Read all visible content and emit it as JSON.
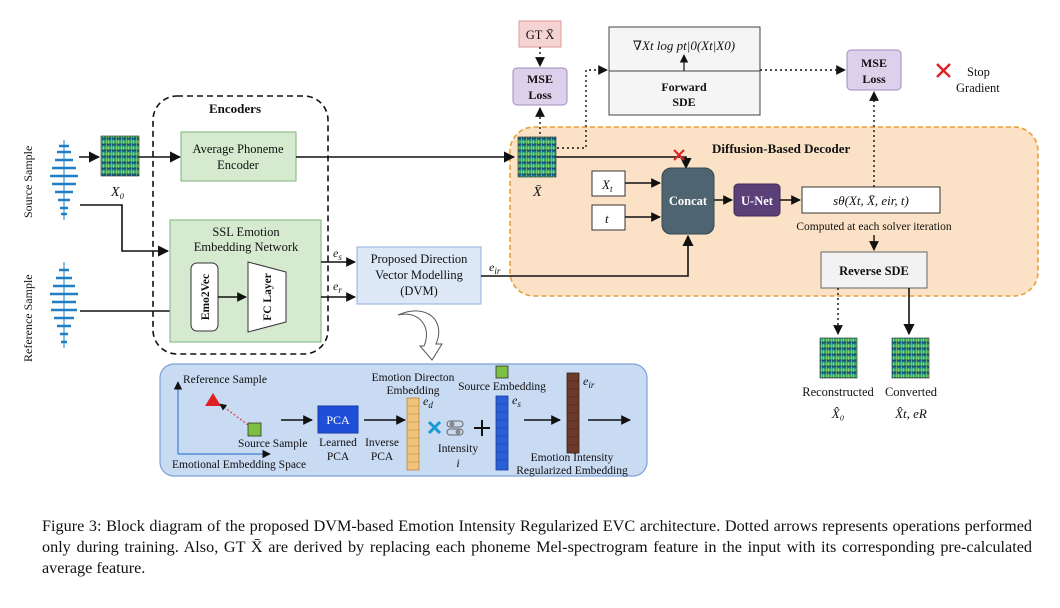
{
  "source_sample_label": "Source Sample",
  "reference_sample_label": "Reference Sample",
  "x0_label": "X₀",
  "encoders": {
    "title": "Encoders",
    "avg_phoneme_line1": "Average Phoneme",
    "avg_phoneme_line2": "Encoder",
    "ssl_line1": "SSL Emotion",
    "ssl_line2": "Embedding Network",
    "emo2vec": "Emo2Vec",
    "fc_layer": "FC Layer"
  },
  "es_label": "e_s",
  "er_label": "e_r",
  "eir_label": "e_ir",
  "dvm": {
    "line1": "Proposed Direction",
    "line2": "Vector Modelling",
    "line3": "(DVM)"
  },
  "gt_xbar": "GT X̄",
  "mse_loss_1": {
    "line1": "MSE",
    "line2": "Loss"
  },
  "mse_loss_2": {
    "line1": "MSE",
    "line2": "Loss"
  },
  "gradient_formula": "∇Xt log pt|0(Xt|X0)",
  "forward_sde": {
    "line1": "Forward",
    "line2": "SDE"
  },
  "stop_gradient": {
    "line1": "Stop",
    "line2": "Gradient"
  },
  "decoder": {
    "title": "Diffusion-Based Decoder",
    "xbar_label": "X̄",
    "xt_label": "Xt",
    "t_label": "t",
    "concat": "Concat",
    "unet": "U-Net",
    "score_formula": "sθ(Xt, X̄, eir, t)",
    "computed_note": "Computed at each solver iteration",
    "reverse_sde": "Reverse SDE"
  },
  "outputs": {
    "reconstructed": "Reconstructed",
    "reconstructed_sym": "X̂₀",
    "converted": "Converted",
    "converted_sym": "X̂t, eR"
  },
  "detail": {
    "reference_sample": "Reference Sample",
    "source_sample": "Source Sample",
    "space_label": "Emotional Embedding Space",
    "pca": "PCA",
    "learned_pca_1": "Learned",
    "learned_pca_2": "PCA",
    "inverse_pca_1": "Inverse",
    "inverse_pca_2": "PCA",
    "direction_emb_1": "Emotion Directon",
    "direction_emb_2": "Embedding",
    "ed_label": "e_d",
    "intensity_1": "Intensity",
    "intensity_2": "i",
    "source_emb": "Source Embedding",
    "es_label": "e_s",
    "eir_label": "e_ir",
    "reg_emb_1": "Emotion Intensity",
    "reg_emb_2": "Regularized Embedding"
  },
  "caption": "Figure 3: Block diagram of the proposed DVM-based Emotion Intensity Regularized EVC architecture. Dotted arrows represents operations performed only during training. Also, GT X̄ are derived by replacing each phoneme Mel-spectrogram feature in the input with its corresponding pre-calculated average feature.",
  "colors": {
    "green_box": "#d6ead0",
    "purple_box": "#ddd0ea",
    "orange_region": "#fbe2c6",
    "concat": "#4e6470",
    "unet": "#5b3f78",
    "pca": "#1f4fd8",
    "blue_region": "#c9daf3",
    "gt_box": "#f6d3d3",
    "stop_x": "#e02020"
  }
}
